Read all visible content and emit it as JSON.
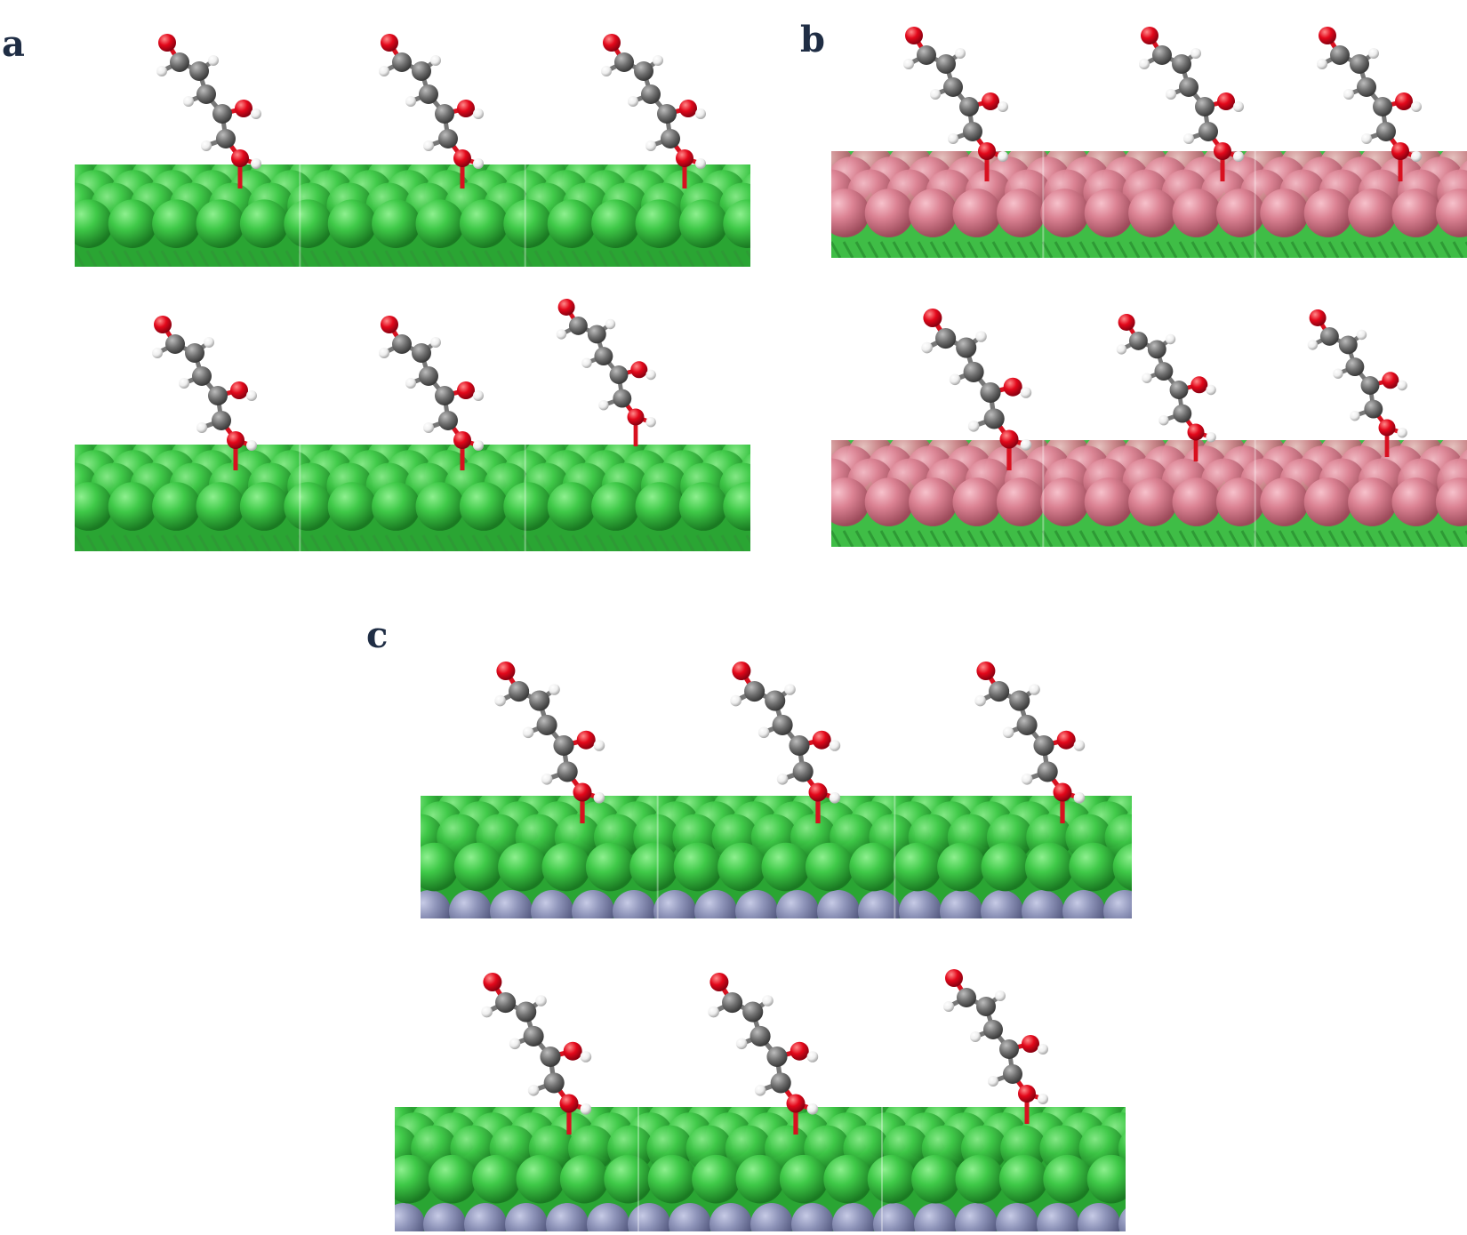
{
  "panels": {
    "a": {
      "label": "a"
    },
    "b": {
      "label": "b"
    },
    "c": {
      "label": "c"
    }
  },
  "colors": {
    "surface_green": "#35c43e",
    "surface_pink": "#d97e8f",
    "subsurface_gray_blue": "#8a90b4",
    "carbon": "#6b6b6b",
    "oxygen": "#e3081b",
    "hydrogen": "#f0f0f0"
  }
}
